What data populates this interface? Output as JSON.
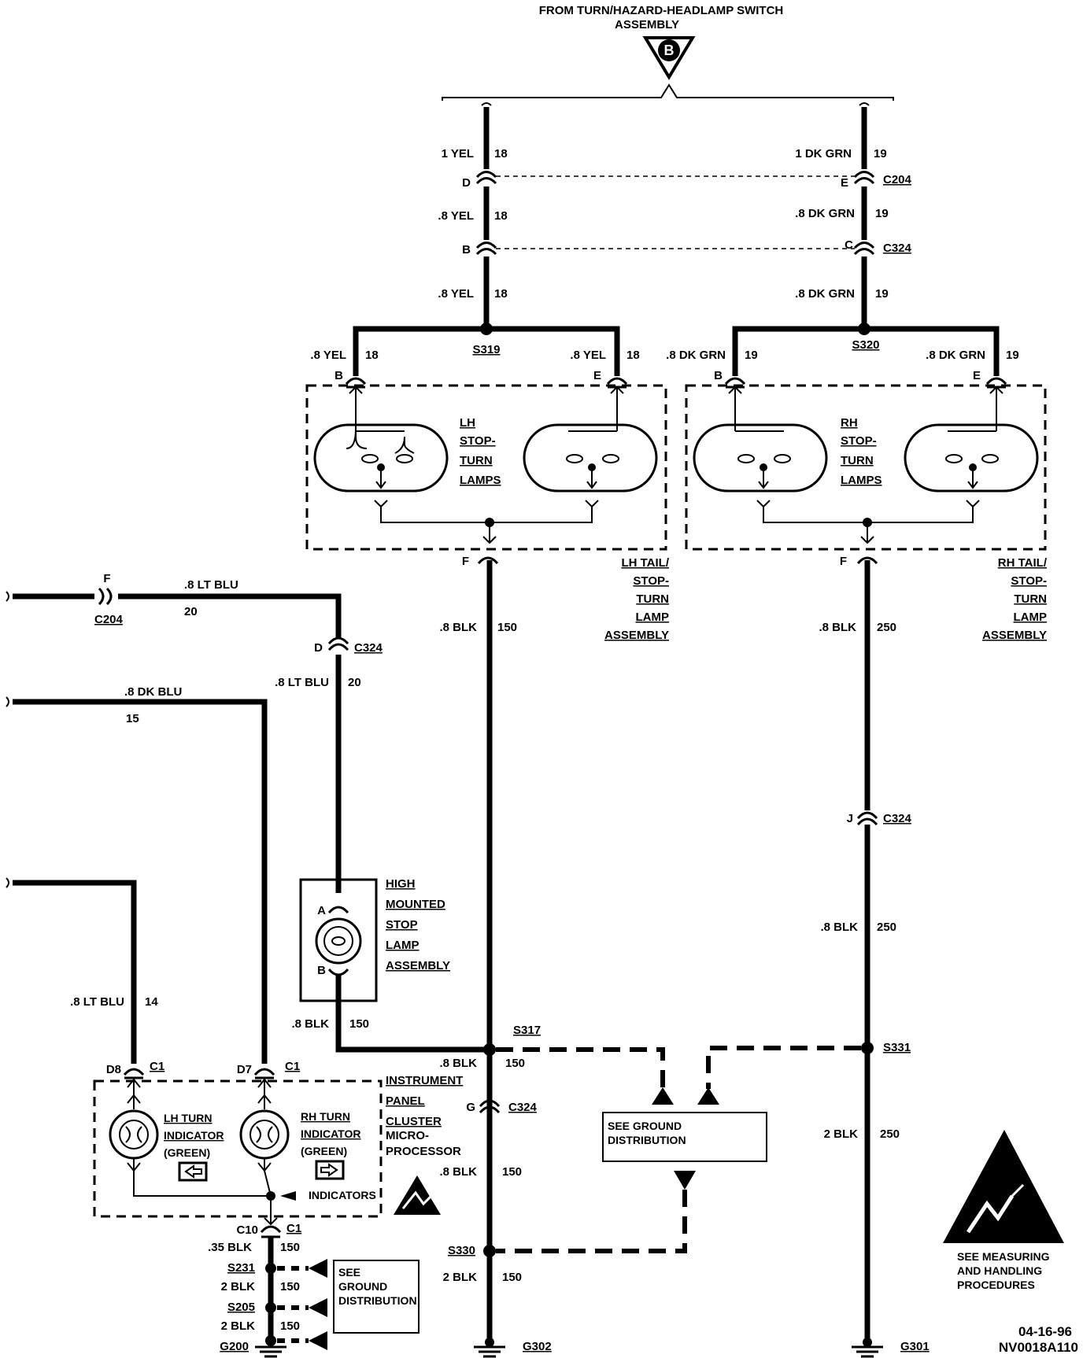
{
  "header": {
    "line1": "FROM TURN/HAZARD-HEADLAMP SWITCH",
    "line2": "ASSEMBLY",
    "ref": "B"
  },
  "wires": {
    "l_yel_top": "1 YEL",
    "l_yel_top_n": "18",
    "r_grn_top": "1 DK GRN",
    "r_grn_top_n": "19",
    "l_yel_mid": ".8 YEL",
    "l_yel_mid_n": "18",
    "r_grn_mid": ".8 DK GRN",
    "r_grn_mid_n": "19",
    "l_yel_low": ".8 YEL",
    "l_yel_low_n": "18",
    "r_grn_low": ".8 DK GRN",
    "r_grn_low_n": "19",
    "lb_yel": ".8 YEL",
    "lb_yel_n": "18",
    "le_yel": ".8 YEL",
    "le_yel_n": "18",
    "rb_grn": ".8 DK GRN",
    "rb_grn_n": "19",
    "re_grn": ".8 DK GRN",
    "re_grn_n": "19",
    "ltblu20": ".8 LT BLU",
    "ltblu20_n": "20",
    "ltblu20b": ".8 LT BLU",
    "ltblu20b_n": "20",
    "dkblu15": ".8 DK BLU",
    "dkblu15_n": "15",
    "ltblu14": ".8 LT BLU",
    "ltblu14_n": "14",
    "blk150_a": ".8 BLK",
    "blk150_a_n": "150",
    "blk250_a": ".8 BLK",
    "blk250_a_n": "250",
    "blk250_b": ".8 BLK",
    "blk250_b_n": "250",
    "blk250_c": "2 BLK",
    "blk250_c_n": "250",
    "blk150_hm": ".8 BLK",
    "blk150_hm_n": "150",
    "blk150_b": ".8 BLK",
    "blk150_b_n": "150",
    "blk150_c": ".8 BLK",
    "blk150_c_n": "150",
    "blk150_d": "2 BLK",
    "blk150_d_n": "150",
    "blk035": ".35 BLK",
    "blk035_n": "150",
    "blk2a": "2 BLK",
    "blk2a_n": "150",
    "blk2b": "2 BLK",
    "blk2b_n": "150"
  },
  "connectors": {
    "D": "D",
    "E": "E",
    "B": "B",
    "C": "C",
    "C204": "C204",
    "C324": "C324",
    "lamp_lb": "B",
    "lamp_le": "E",
    "lamp_rb": "B",
    "lamp_re": "E",
    "F_left": "F",
    "F_right": "F",
    "F_c204": "F",
    "C204_left": "C204",
    "Dpin": "D",
    "C324_hm": "C324",
    "J": "J",
    "C324_j": "C324",
    "A": "A",
    "Bhm": "B",
    "G": "G",
    "C324_g": "C324",
    "D8": "D8",
    "C1a": "C1",
    "D7": "D7",
    "C1b": "C1",
    "C10": "C10",
    "C1c": "C1"
  },
  "splices": {
    "S319": "S319",
    "S320": "S320",
    "S317": "S317",
    "S331": "S331",
    "S330": "S330",
    "S231": "S231",
    "S205": "S205"
  },
  "grounds": {
    "G302": "G302",
    "G301": "G301",
    "G200": "G200"
  },
  "components": {
    "lh_lamps": [
      "LH",
      "STOP-",
      "TURN",
      "LAMPS"
    ],
    "rh_lamps": [
      "RH",
      "STOP-",
      "TURN",
      "LAMPS"
    ],
    "lh_assembly": [
      "LH TAIL/",
      "STOP-",
      "TURN",
      "LAMP",
      "ASSEMBLY"
    ],
    "rh_assembly": [
      "RH TAIL/",
      "STOP-",
      "TURN",
      "LAMP",
      "ASSEMBLY"
    ],
    "high_mounted": [
      "HIGH",
      "MOUNTED",
      "STOP",
      "LAMP",
      "ASSEMBLY"
    ],
    "ipc": [
      "INSTRUMENT",
      "PANEL",
      "CLUSTER",
      "MICRO-",
      "PROCESSOR"
    ],
    "lh_turn": [
      "LH TURN",
      "INDICATOR",
      "(GREEN)"
    ],
    "rh_turn": [
      "RH TURN",
      "INDICATOR",
      "(GREEN)"
    ],
    "indicators": "INDICATORS",
    "ground_dist_mid": [
      "SEE GROUND",
      "DISTRIBUTION"
    ],
    "ground_dist_left": [
      "SEE",
      "GROUND",
      "DISTRIBUTION"
    ],
    "esd_note": [
      "SEE MEASURING",
      "AND HANDLING",
      "PROCEDURES"
    ]
  },
  "footer": {
    "date": "04-16-96",
    "code": "NV0018A110"
  }
}
